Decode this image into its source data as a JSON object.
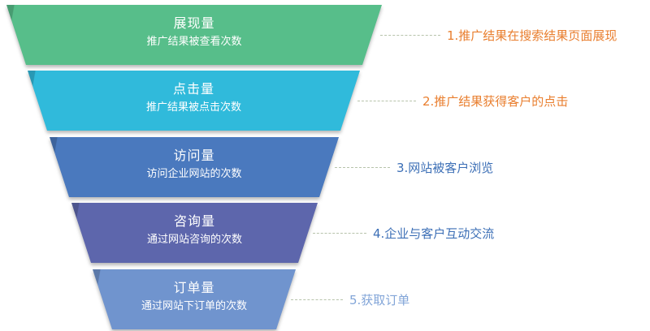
{
  "funnel": {
    "layers": [
      {
        "title": "展现量",
        "subtitle": "推广结果被查看次数",
        "color": "#57be8a"
      },
      {
        "title": "点击量",
        "subtitle": "推广结果被点击次数",
        "color": "#30badb"
      },
      {
        "title": "访问量",
        "subtitle": "访问企业网站的次数",
        "color": "#4a79be"
      },
      {
        "title": "咨询量",
        "subtitle": "通过网站咨询的次数",
        "color": "#5d66ac"
      },
      {
        "title": "订单量",
        "subtitle": "通过网站下订单的次数",
        "color": "#7094ce"
      }
    ]
  },
  "annotations": [
    {
      "label": "1.推广结果在搜索结果页面展现",
      "color": "#e97e2e"
    },
    {
      "label": "2.推广结果获得客户的点击",
      "color": "#e97e2e"
    },
    {
      "label": "3.网站被客户浏览",
      "color": "#3c6fb6"
    },
    {
      "label": "4.企业与客户互动交流",
      "color": "#3c6fb6"
    },
    {
      "label": "5.获取订单",
      "color": "#82a5d8"
    }
  ],
  "colors": {
    "connector_line": "#b7c3ab",
    "background": "#ffffff",
    "funnel_text": "#ffffff"
  }
}
